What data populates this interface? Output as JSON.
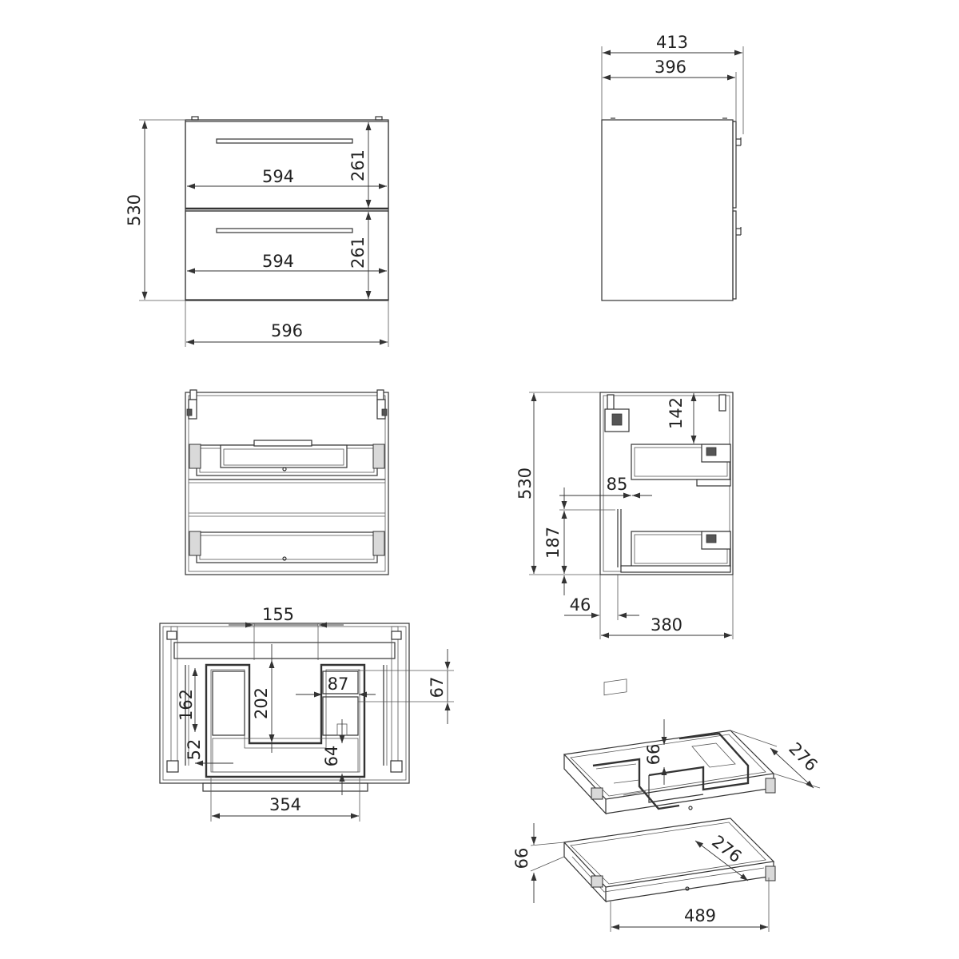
{
  "front_view": {
    "width": "596",
    "height": "530",
    "drawer_width_top": "594",
    "drawer_height_top": "261",
    "drawer_width_bottom": "594",
    "drawer_height_bottom": "261"
  },
  "side_view": {
    "depth_outer": "413",
    "depth_inner": "396"
  },
  "interior_front": {},
  "interior_side": {
    "height": "530",
    "top_gap": "142",
    "offset": "85",
    "lower_height": "187",
    "bottom_offset": "46",
    "depth": "380"
  },
  "organizer_top": {
    "center_width": "155",
    "left_height": "162",
    "center_depth": "202",
    "small_width": "87",
    "small_depth": "67",
    "bottom_left": "52",
    "bottom_height": "64",
    "total_width": "354"
  },
  "drawer_iso": {
    "upper_height": "66",
    "upper_depth": "276",
    "lower_height": "66",
    "lower_depth": "276",
    "lower_width": "489"
  }
}
